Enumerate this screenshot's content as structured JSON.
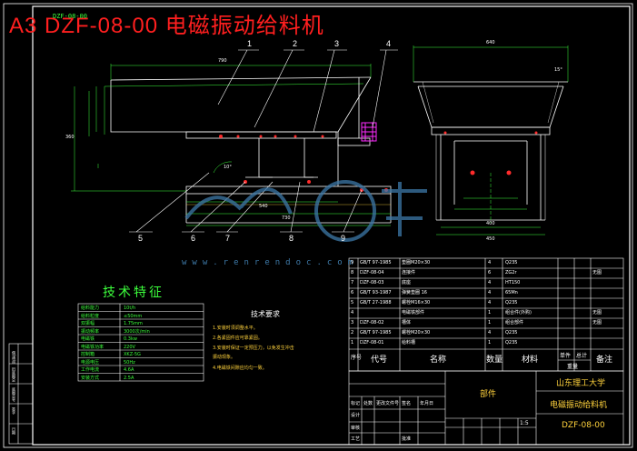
{
  "title": "A3  DZF-08-00  电磁振动给料机",
  "title_tag": "DZF-08-00",
  "watermark": "www.renrendoc.com",
  "callouts": [
    "1",
    "2",
    "3",
    "4",
    "5",
    "6",
    "7",
    "8",
    "9"
  ],
  "dimensions": {
    "top_length": "790",
    "height_total": "360",
    "bottom_length": "730",
    "base": "540",
    "side_top": "640",
    "side_bottom": "450",
    "side_base": "400",
    "angle": "10°",
    "side_angle": "15°"
  },
  "tech_specs": {
    "heading": "技术特征",
    "rows": [
      [
        "给料能力",
        "10t/h"
      ],
      [
        "给料粒度",
        "≤50mm"
      ],
      [
        "双振幅",
        "1.75mm"
      ],
      [
        "振动频率",
        "3000次/min"
      ],
      [
        "电磁铁",
        "0.3kw"
      ],
      [
        "电磁铁功率",
        "220V"
      ],
      [
        "控制箱",
        "XKZ-5G"
      ],
      [
        "电源电压",
        "50Hz"
      ],
      [
        "工作电流",
        "4.6A"
      ],
      [
        "安装方式",
        "2.5A"
      ]
    ]
  },
  "requirements": {
    "heading": "技术要求",
    "items": [
      "1.安装时须调整水平。",
      "2.各紧固件应可靠紧固。",
      "3.安装时保证一定预压力，以免发生冲击",
      "   振动现象。",
      "4.电磁铁间隙应均匀一致。"
    ]
  },
  "bom": {
    "rows": [
      [
        "9",
        "GB/T 97-1985",
        "垫圈M20×30",
        "4",
        "Q235",
        "",
        ""
      ],
      [
        "8",
        "DZF-08-04",
        "连接件",
        "6",
        "ZG2r",
        "",
        "无图"
      ],
      [
        "7",
        "DZF-08-03",
        "底座",
        "4",
        "HT150",
        "",
        ""
      ],
      [
        "6",
        "GB/T 93-1987",
        "弹簧垫圈 16",
        "4",
        "65Mn",
        "",
        ""
      ],
      [
        "5",
        "GB/T 27-1988",
        "螺栓M16×30",
        "4",
        "Q235",
        "",
        ""
      ],
      [
        "4",
        "",
        "电磁铁部件",
        "1",
        "组合件(外购)",
        "",
        "无图"
      ],
      [
        "3",
        "DZF-08-02",
        "槽体",
        "1",
        "组合部件",
        "",
        "无图"
      ],
      [
        "2",
        "GB/T 97-1985",
        "螺栓M20×30",
        "4",
        "Q235",
        "",
        ""
      ],
      [
        "1",
        "DZF-08-01",
        "给料槽",
        "1",
        "Q235",
        "",
        ""
      ]
    ],
    "header": [
      "序号",
      "代号",
      "名称",
      "数量",
      "材料",
      "单件",
      "总计",
      "备注"
    ],
    "header_sub": "重量"
  },
  "title_block": {
    "school": "山东理工大学",
    "part": "部件",
    "name": "电磁振动给料机",
    "code": "DZF-08-00",
    "scale": "1:5",
    "rows_left": [
      "标记",
      "处数",
      "更改文件号",
      "签名",
      "年月日"
    ],
    "roles": [
      "设计",
      "审核",
      "工艺",
      "批准"
    ]
  },
  "left_strip": [
    "借(通)用件登记",
    "旧底图总号",
    "底图总号",
    "签字",
    "日期"
  ]
}
